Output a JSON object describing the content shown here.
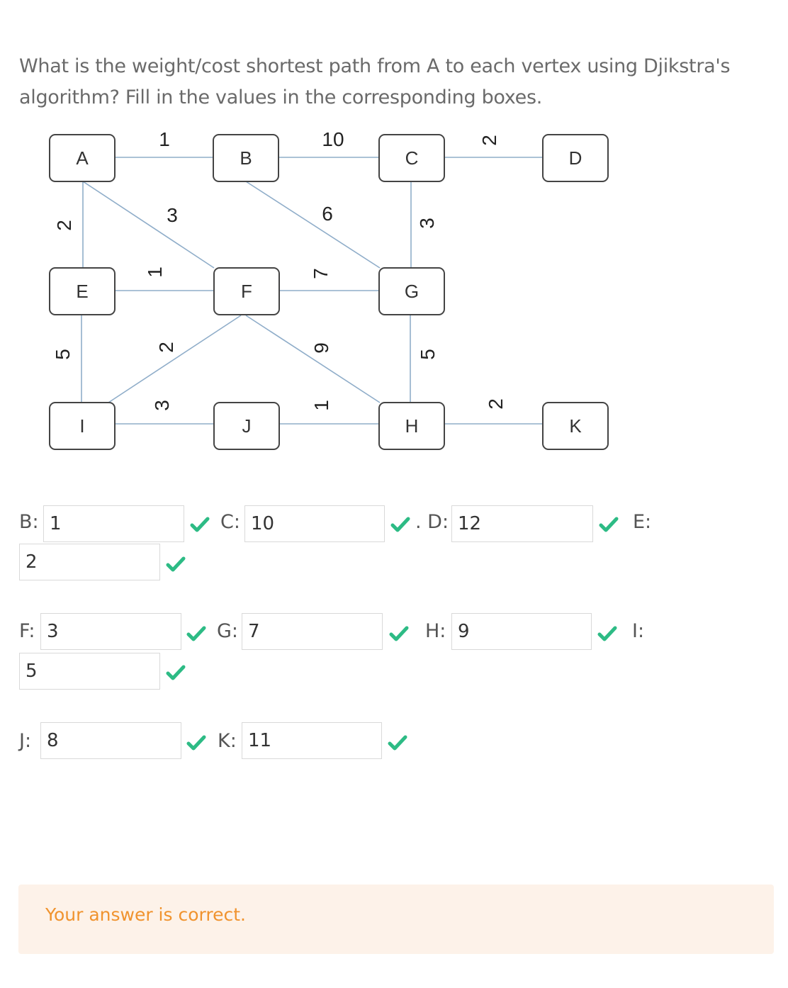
{
  "question": "What is the weight/cost shortest path from A to each vertex using Djikstra's algorithm? Fill in the values in the corresponding boxes.",
  "graph": {
    "nodes": [
      "A",
      "B",
      "C",
      "D",
      "E",
      "F",
      "G",
      "I",
      "J",
      "H",
      "K"
    ],
    "edge_weights": [
      "1",
      "10",
      "2",
      "2",
      "3",
      "6",
      "3",
      "1",
      "7",
      "5",
      "2",
      "9",
      "5",
      "3",
      "1",
      "2"
    ]
  },
  "answers": {
    "B": {
      "label": "B:",
      "value": "1"
    },
    "C": {
      "label": "C:",
      "value": "10"
    },
    "D": {
      "label": ". D:",
      "value": "12"
    },
    "E": {
      "label": "E:",
      "value": "2"
    },
    "F": {
      "label": "F:",
      "value": "3"
    },
    "G": {
      "label": "G:",
      "value": "7"
    },
    "H": {
      "label": "H:",
      "value": "9"
    },
    "I": {
      "label": "I:",
      "value": "5"
    },
    "J": {
      "label": "J:",
      "value": "8"
    },
    "K": {
      "label": "K:",
      "value": "11"
    }
  },
  "feedback": "Your answer is correct.",
  "colors": {
    "check": "#2dbb85",
    "feedback_bg": "#fdf2e9",
    "feedback_text": "#f0932e",
    "edge": "#8aa9c9"
  }
}
